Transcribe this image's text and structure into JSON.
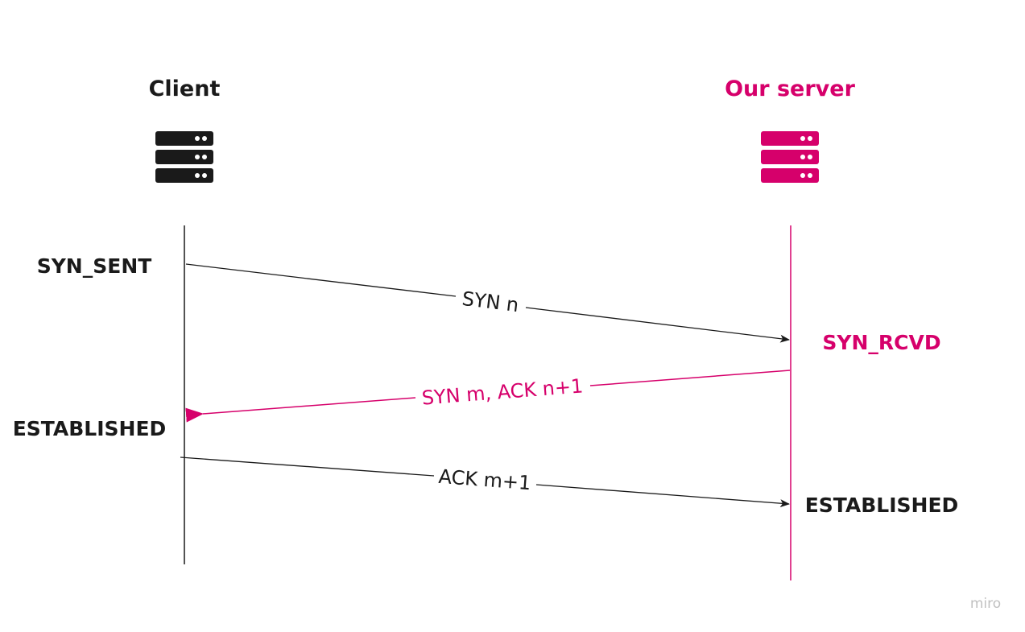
{
  "colors": {
    "client": "#1a1a1a",
    "server": "#d6006b",
    "background": "#ffffff",
    "watermark": "#c0c0c0"
  },
  "participants": {
    "client": {
      "label": "Client",
      "icon": "server-rack-icon"
    },
    "server": {
      "label": "Our server",
      "icon": "server-rack-icon"
    }
  },
  "states": {
    "client_syn_sent": "SYN_SENT",
    "client_established": "ESTABLISHED",
    "server_syn_rcvd": "SYN_RCVD",
    "server_established": "ESTABLISHED"
  },
  "messages": [
    {
      "label": "SYN n",
      "from": "client",
      "to": "server"
    },
    {
      "label": "SYN m, ACK n+1",
      "from": "server",
      "to": "client"
    },
    {
      "label": "ACK m+1",
      "from": "client",
      "to": "server"
    }
  ],
  "watermark": "miro"
}
